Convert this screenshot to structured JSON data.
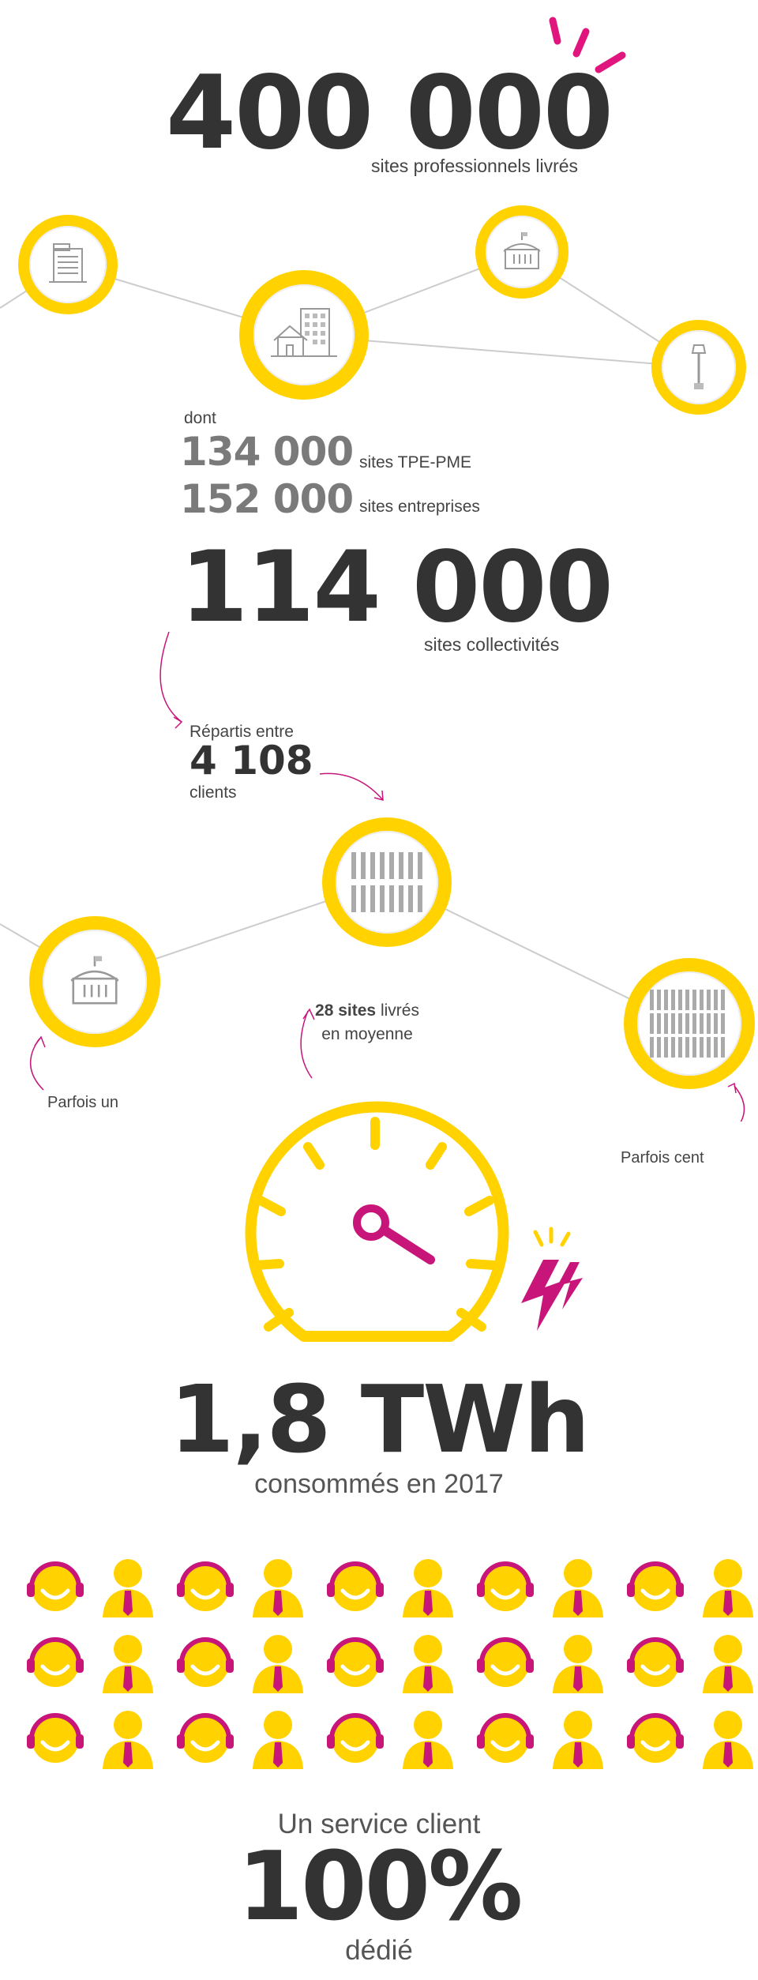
{
  "top": {
    "value": "400 000",
    "caption": "sites professionnels livrés"
  },
  "split": {
    "dont": "dont",
    "rows": [
      {
        "value": "134 000",
        "label": "sites TPE-PME"
      },
      {
        "value": "152 000",
        "label": "sites entreprises"
      }
    ]
  },
  "collectivites": {
    "value": "114 000",
    "caption": "sites collectivités"
  },
  "clients": {
    "intro": "Répartis entre",
    "value": "4 108",
    "unit": "clients"
  },
  "moyenne": {
    "bold": "28 sites",
    "rest": " livrés",
    "line2": "en moyenne"
  },
  "parfois_un": "Parfois un",
  "parfois_cent": "Parfois cent",
  "energy": {
    "value": "1,8 TWh",
    "caption": "consommés en 2017"
  },
  "service": {
    "line1": "Un service client",
    "value": "100%",
    "line2": "dédié"
  },
  "icons": {
    "office": "office-building-icon",
    "house": "house-building-icon",
    "townhall": "town-hall-icon",
    "streetlamp": "street-lamp-icon",
    "lamps_few": "street-lamps-group-icon",
    "lamps_many": "street-lamps-many-icon",
    "gauge": "speedometer-icon",
    "lightning": "lightning-icon",
    "agent": "headset-agent-icon",
    "person": "business-person-icon"
  },
  "colors": {
    "yellow": "#ffd200",
    "magenta": "#c8157a",
    "dark": "#333333",
    "grey": "#7a7a7a"
  }
}
